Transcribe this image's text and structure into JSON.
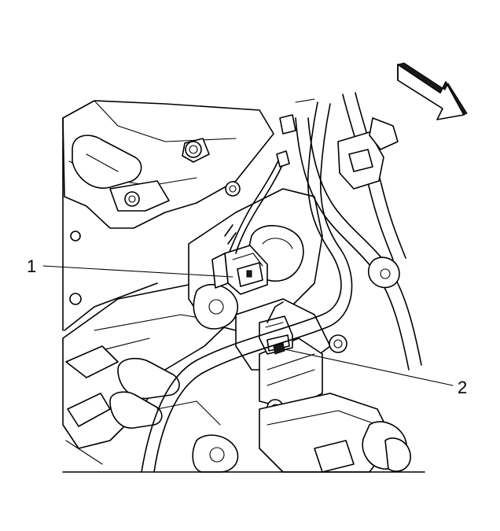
{
  "figure": {
    "callouts": [
      {
        "id": "1",
        "label": "1"
      },
      {
        "id": "2",
        "label": "2"
      }
    ],
    "orientation_icon": "direction-arrow-icon",
    "colors": {
      "line": "#000000",
      "background": "#ffffff"
    }
  }
}
